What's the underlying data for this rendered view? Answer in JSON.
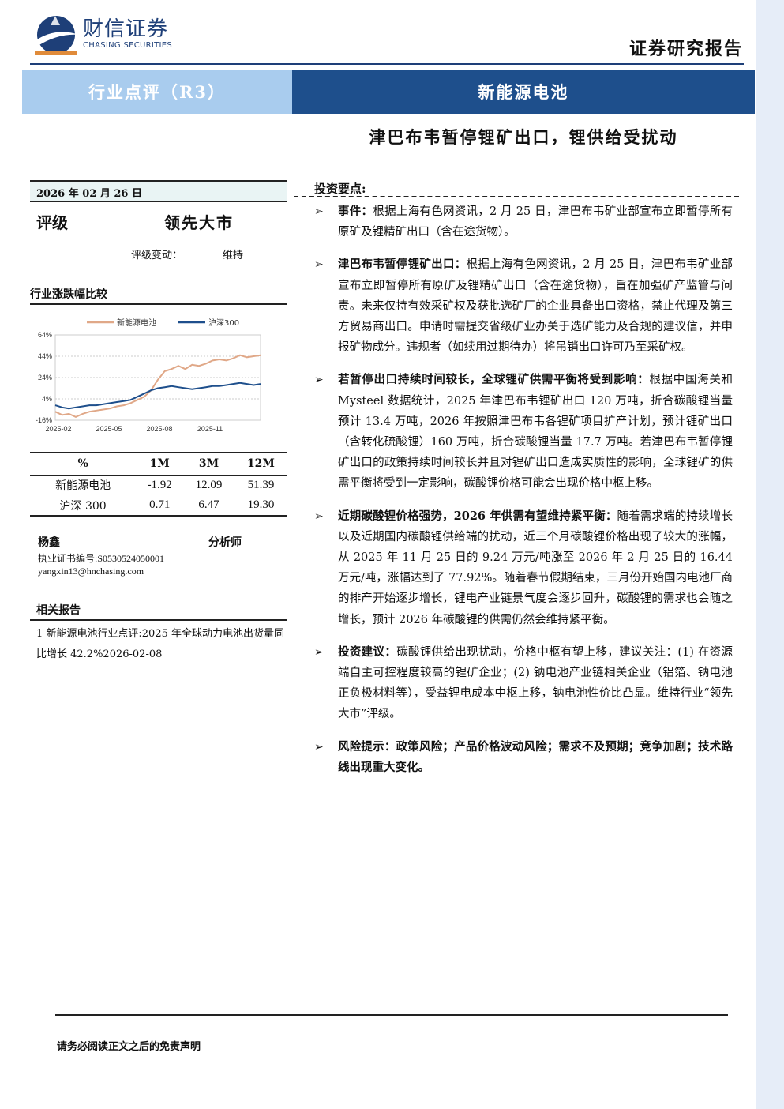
{
  "brand": {
    "name": "财信证券",
    "name_en": "CHASING SECURITIES",
    "colors": {
      "navy": "#1e3f78",
      "band_light": "#a9ccee",
      "band_dark": "#1e4f8c",
      "side": "#e6edf8"
    }
  },
  "header": {
    "report_type": "证券研究报告",
    "category": "行业点评（R3）",
    "industry": "新能源电池",
    "headline": "津巴布韦暂停锂矿出口，锂供给受扰动"
  },
  "sidebar": {
    "date": "2026 年 02 月 26 日",
    "rating_label": "评级",
    "rating_value": "领先大市",
    "rating_change_label": "评级变动：",
    "rating_change_value": "维持",
    "chart_section_title": "行业涨跌幅比较",
    "performance_table": {
      "headers": [
        "%",
        "1M",
        "3M",
        "12M"
      ],
      "rows": [
        {
          "name": "新能源电池",
          "m1": "-1.92",
          "m3": "12.09",
          "m12": "51.39"
        },
        {
          "name": "沪深 300",
          "m1": "0.71",
          "m3": "6.47",
          "m12": "19.30"
        }
      ]
    },
    "analyst": {
      "name": "杨鑫",
      "role": "分析师",
      "cert": "执业证书编号:S0530524050001",
      "email": "yangxin13@hnchasing.com"
    },
    "related_title": "相关报告",
    "related_items": [
      "1 新能源电池行业点评:2025 年全球动力电池出货量同比增长 42.2%2026-02-08"
    ]
  },
  "chart_data": {
    "type": "line",
    "x_ticks": [
      "2025-02",
      "2025-05",
      "2025-08",
      "2025-11"
    ],
    "y_ticks": [
      "64%",
      "44%",
      "24%",
      "4%",
      "-16%"
    ],
    "ylim": [
      -16,
      64
    ],
    "grid": true,
    "legend_position": "top",
    "series": [
      {
        "name": "新能源电池",
        "color": "#e0a888",
        "values": [
          -8,
          -11,
          -10,
          -13,
          -10,
          -8,
          -7,
          -6,
          -5,
          -3,
          -2,
          0,
          3,
          6,
          12,
          22,
          30,
          32,
          35,
          32,
          36,
          35,
          37,
          40,
          41,
          40,
          42,
          45,
          43,
          44,
          45
        ]
      },
      {
        "name": "沪深300",
        "color": "#1e4f8c",
        "values": [
          -2,
          -4,
          -5,
          -4,
          -3,
          -2,
          -2,
          -1,
          0,
          1,
          2,
          3,
          6,
          9,
          12,
          14,
          15,
          16,
          15,
          14,
          13,
          14,
          15,
          16,
          16,
          17,
          18,
          19,
          18,
          17,
          18
        ]
      }
    ]
  },
  "main": {
    "key_points_title": "投资要点:",
    "bullets": [
      {
        "title": "事件：",
        "text": "根据上海有色网资讯，2 月 25 日，津巴布韦矿业部宣布立即暂停所有原矿及锂精矿出口（含在途货物）。"
      },
      {
        "title": "津巴布韦暂停锂矿出口：",
        "text": "根据上海有色网资讯，2 月 25 日，津巴布韦矿业部宣布立即暂停所有原矿及锂精矿出口（含在途货物），旨在加强矿产监管与问责。未来仅持有效采矿权及获批选矿厂的企业具备出口资格，禁止代理及第三方贸易商出口。申请时需提交省级矿业办关于选矿能力及合规的建议信，并申报矿物成分。违规者（如续用过期待办）将吊销出口许可乃至采矿权。"
      },
      {
        "title": "若暂停出口持续时间较长，全球锂矿供需平衡将受到影响：",
        "text": "根据中国海关和 Mysteel 数据统计，2025 年津巴布韦锂矿出口 120 万吨，折合碳酸锂当量预计 13.4 万吨，2026 年按照津巴布韦各锂矿项目扩产计划，预计锂矿出口（含转化硫酸锂）160 万吨，折合碳酸锂当量 17.7 万吨。若津巴布韦暂停锂矿出口的政策持续时间较长并且对锂矿出口造成实质性的影响，全球锂矿的供需平衡将受到一定影响，碳酸锂价格可能会出现价格中枢上移。"
      },
      {
        "title": "近期碳酸锂价格强势，2026 年供需有望维持紧平衡：",
        "text": "随着需求端的持续增长以及近期国内碳酸锂供给端的扰动，近三个月碳酸锂价格出现了较大的涨幅，从 2025 年 11 月 25 日的 9.24 万元/吨涨至 2026 年 2 月 25 日的 16.44 万元/吨，涨幅达到了 77.92%。随着春节假期结束，三月份开始国内电池厂商的排产开始逐步增长，锂电产业链景气度会逐步回升，碳酸锂的需求也会随之增长，预计 2026 年碳酸锂的供需仍然会维持紧平衡。"
      },
      {
        "title": "投资建议：",
        "text": "碳酸锂供给出现扰动，价格中枢有望上移，建议关注：(1) 在资源端自主可控程度较高的锂矿企业；(2) 钠电池产业链相关企业（铝箔、钠电池正负极材料等），受益锂电成本中枢上移，钠电池性价比凸显。维持行业“领先大市”评级。"
      },
      {
        "title": "风险提示：",
        "text": "政策风险；产品价格波动风险；需求不及预期；竞争加剧；技术路线出现重大变化。"
      }
    ]
  },
  "footer": {
    "disclaimer": "请务必阅读正文之后的免责声明"
  }
}
